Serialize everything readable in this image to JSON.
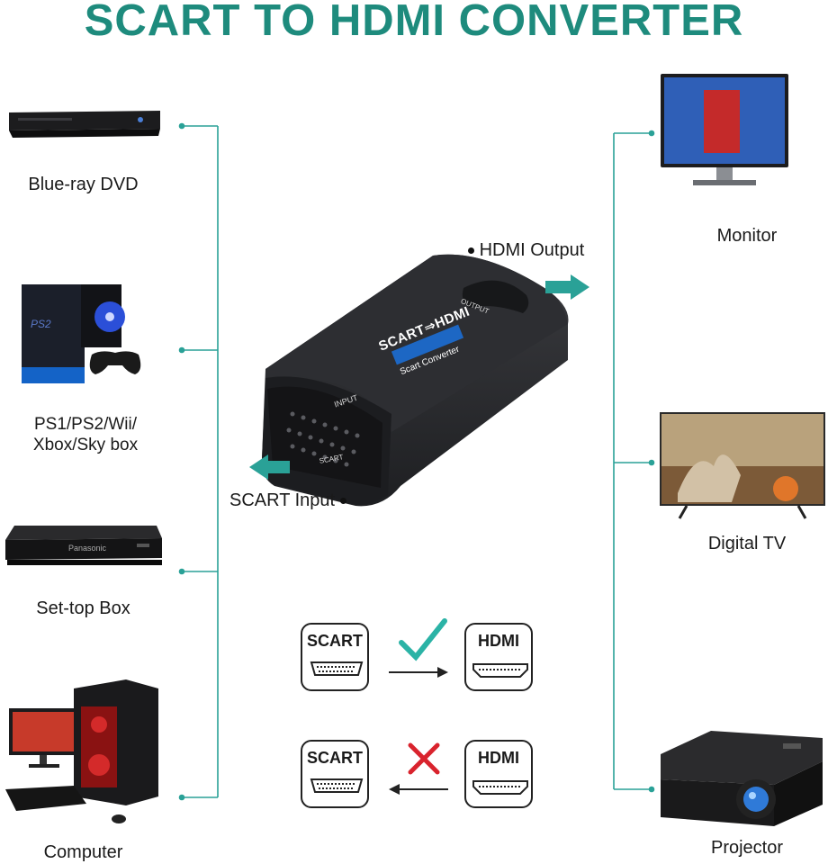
{
  "title": "SCART TO HDMI CONVERTER",
  "sources": [
    {
      "label": "Blue-ray DVD",
      "icon": "bluray-player-icon"
    },
    {
      "label_lines": [
        "PS1/PS2/Wii/",
        "Xbox/Sky box"
      ],
      "icon": "game-console-icon"
    },
    {
      "label": "Set-top Box",
      "icon": "set-top-box-icon"
    },
    {
      "label": "Computer",
      "icon": "desktop-computer-icon"
    }
  ],
  "outputs": [
    {
      "label": "Monitor",
      "icon": "monitor-icon"
    },
    {
      "label": "Digital TV",
      "icon": "digital-tv-icon"
    },
    {
      "label": "Projector",
      "icon": "projector-icon"
    }
  ],
  "converter": {
    "top_label": "SCART⇒HDMI",
    "badge": "Scart Converter",
    "input_port": "INPUT",
    "output_port": "OUTPUT",
    "scart_port": "SCART",
    "console_logo": "PS2",
    "stb_brand": "Panasonic",
    "hdmi_output": "HDMI Output",
    "scart_input": "SCART Input"
  },
  "direction": {
    "supported": {
      "from": "SCART",
      "to": "HDMI",
      "status": "check"
    },
    "unsupported": {
      "from": "HDMI",
      "to": "SCART",
      "status": "cross"
    }
  },
  "colors": {
    "accent": "#1e8b7d",
    "arrow": "#2aa197",
    "check": "#2bb3a6",
    "cross": "#d9232d"
  }
}
